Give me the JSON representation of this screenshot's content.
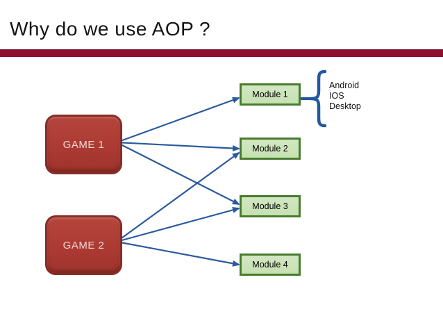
{
  "slide": {
    "title": "Why do we use AOP ?",
    "accent_bar_color": "#8E1030",
    "background_color": "#ffffff"
  },
  "diagram": {
    "games": [
      {
        "id": "game1",
        "label": "GAME 1"
      },
      {
        "id": "game2",
        "label": "GAME 2"
      }
    ],
    "modules": [
      {
        "id": "module1",
        "label": "Module 1"
      },
      {
        "id": "module2",
        "label": "Module 2"
      },
      {
        "id": "module3",
        "label": "Module 3"
      },
      {
        "id": "module4",
        "label": "Module 4"
      }
    ],
    "connections": [
      {
        "from": "game1",
        "to": "module1"
      },
      {
        "from": "game1",
        "to": "module2"
      },
      {
        "from": "game1",
        "to": "module3"
      },
      {
        "from": "game2",
        "to": "module2"
      },
      {
        "from": "game2",
        "to": "module3"
      },
      {
        "from": "game2",
        "to": "module4"
      }
    ],
    "platforms": [
      "Android",
      "IOS",
      "Desktop"
    ],
    "colors": {
      "game_fill": "#AC3A33",
      "game_border": "#872D26",
      "game_text": "#EFD9D1",
      "module_fill": "#C9E3B6",
      "module_border": "#477B2D",
      "module_text": "#000000",
      "arrow": "#2A5A9E",
      "brace": "#2457A0"
    }
  }
}
